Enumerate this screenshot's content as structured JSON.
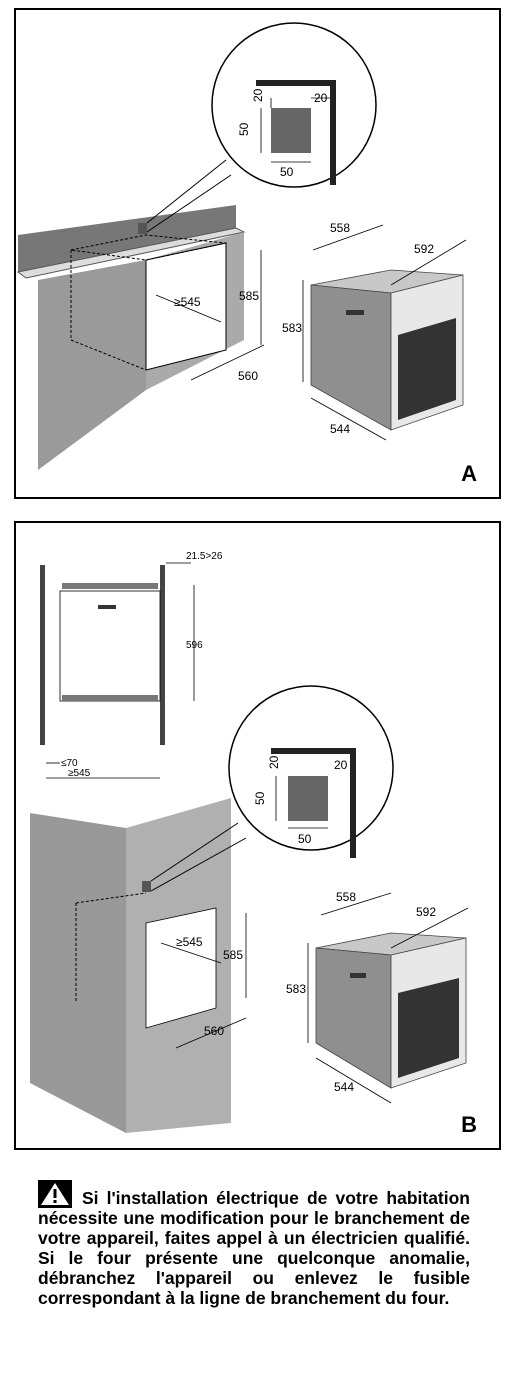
{
  "panel_a": {
    "label": "A",
    "detail": {
      "d1": "20",
      "d2": "20",
      "d3": "50",
      "d4": "50"
    },
    "cavity": {
      "depth": "≥545",
      "height": "585",
      "width": "560"
    },
    "oven": {
      "w1": "558",
      "w2": "592",
      "h": "583",
      "d": "544"
    }
  },
  "panel_b": {
    "label": "B",
    "side": {
      "gap": "21.5>26",
      "height": "596",
      "inset": "≤70",
      "depth": "≥545"
    },
    "detail": {
      "d1": "20",
      "d2": "20",
      "d3": "50",
      "d4": "50"
    },
    "cavity": {
      "depth": "≥545",
      "height": "585",
      "width": "560"
    },
    "oven": {
      "w1": "558",
      "w2": "592",
      "h": "583",
      "d": "544"
    }
  },
  "notice": {
    "icon": "warning-triangle-icon",
    "text": "Si l'installation électrique de votre habitation nécessite une modification pour le branchement de votre appareil, faites appel à un électricien qualifié. Si le four présente une quelconque anomalie, débranchez l'appareil ou enlevez le fusible correspondant à la ligne de branchement du four."
  }
}
